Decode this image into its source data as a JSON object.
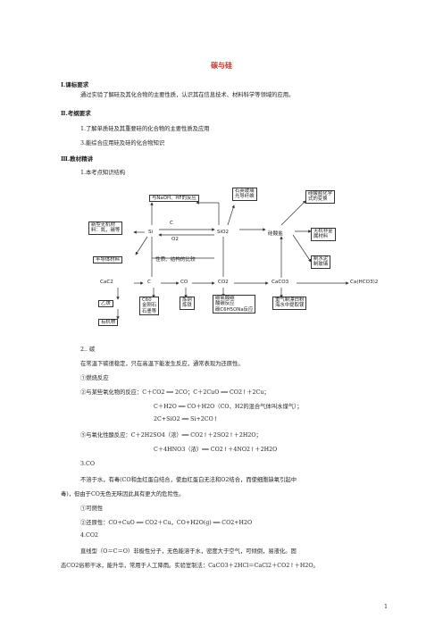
{
  "title": "碳与硅",
  "sec1": {
    "heading": "Ⅰ.课标要求",
    "text": "通过实验了解硅及其化合物的主要性质，认识其在信息技术、材料科学等领域的应用。"
  },
  "sec2": {
    "heading": "Ⅱ.考纲要求",
    "items": [
      "1.了解单质硅及其重要硅的化合物的主要性质及应用",
      "3.能综合应用硅及硅的化合物知识"
    ]
  },
  "sec3": {
    "heading": "Ⅲ.教材精讲",
    "sub1": "1.本考点知识结构"
  },
  "diagram": {
    "box_naoh": "与NaOH、HF的反应",
    "box_quartz": [
      "石英玻璃",
      "光导纤维"
    ],
    "box_silicate": [
      "硅酸盐化学",
      "式的变换"
    ],
    "box_new_mat": [
      "新型无机材",
      "料：氮，碳等"
    ],
    "box_semi": "半导体材料",
    "box_nonmetal": [
      "无机非金",
      "属材料"
    ],
    "box_cement": [
      "制水泥",
      "制玻璃"
    ],
    "box_ethyne": "乙炔",
    "box_organic": "有机物",
    "box_c60": [
      "C60",
      "金刚石",
      "石墨等"
    ],
    "box_smelt": [
      "炼铜",
      "炼铁"
    ],
    "box_photo": [
      "碳氧酸碳",
      "酸碳反应",
      "碳C6H5ONa反应"
    ],
    "box_caco3": [
      "重气制漂白粉",
      "海水中提取镁"
    ],
    "node_si": "Si",
    "node_sio2": "SiO2",
    "node_h2sio3": "硅酸盐",
    "node_c": "C",
    "node_o2": "O2",
    "node_cac2": "CaC2",
    "node_c2": "C",
    "node_co": "CO",
    "node_co2": "CO2",
    "node_caco3": "CaCO3",
    "node_cahco3": "Ca(HCO3)2",
    "label_struct": "性质、结构的比较"
  },
  "sec_c": {
    "heading": "2.. 碳",
    "intro": "在常温下碳很稳定，只在高温下能发生反应，通常表现为还原性。",
    "r1": "①燃烧反应",
    "r2": "②与某些氧化物的反应：C＋CO2 ══ 2CO；C＋2CuO ══ CO2↑＋2Cu；",
    "r2b": "C＋H2O ══ CO＋H2O（CO、H2的混合气体叫水煤气）；",
    "r2c": "2C+SiO2 ══ Si+2CO↑",
    "r3": "③与氧化性酸反应：C＋2H2SO4（浓）══ CO2↑＋2SO2↑＋2H2O；",
    "r3b": "C＋4HNO3（浓）══ CO2↑＋4NO2↑＋2H2O"
  },
  "sec_co": {
    "heading": "3.CO",
    "text1": "不溶于水，有毒(CO和血红蛋白结合，使血红蛋白无法和O2结合，而使细胞缺氧引起中",
    "text2": "毒)，但由于CO无色无味因此具有更大的危险性。",
    "r1": "①可燃性",
    "r2": "②还原性：CO+CuO ══ CO2＋Cu，CO+H2O(g) ══ CO2+H2O"
  },
  "sec_co2": {
    "heading": "4.CO2",
    "text1": "直线型（O＝C＝O）非极性分子，无色能溶于水，密度大于空气，可倾倒，易液化。固",
    "text2": "态CO2俗称干冰，能升华，常用于人工降雨。实验室制法：CaCO3＋2HCl＝CaCl2＋CO2↑＋H2O。"
  },
  "page_number": "1"
}
